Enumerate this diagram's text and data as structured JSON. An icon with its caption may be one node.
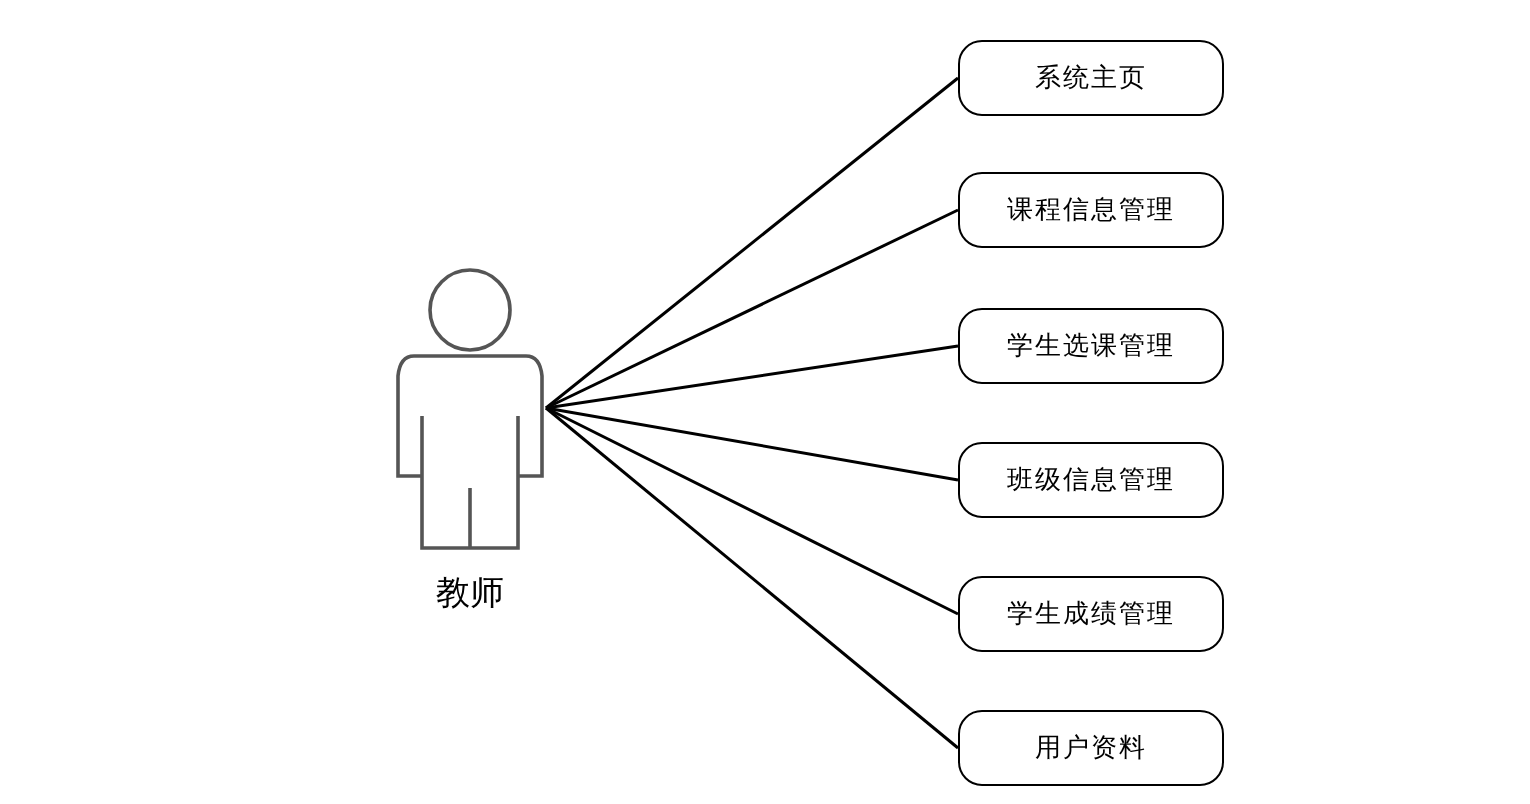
{
  "diagram": {
    "nodes": [
      {
        "text": [
          "教师"
        ]
      },
      {
        "text": [
          "系统主页"
        ]
      },
      {
        "text": [
          "课程信息管理"
        ]
      },
      {
        "text": [
          "学生选课管理"
        ]
      },
      {
        "text": [
          "班级信息管理"
        ]
      },
      {
        "text": [
          "学生成绩管理"
        ]
      },
      {
        "text": [
          "用户资料"
        ]
      }
    ],
    "edges": [
      {
        "from": 0,
        "to": 1,
        "arrow": "none"
      },
      {
        "from": 0,
        "to": 2,
        "arrow": "none"
      },
      {
        "from": 0,
        "to": 3,
        "arrow": "none"
      },
      {
        "from": 0,
        "to": 4,
        "arrow": "none"
      },
      {
        "from": 0,
        "to": 5,
        "arrow": "none"
      },
      {
        "from": 0,
        "to": 6,
        "arrow": "none"
      }
    ]
  }
}
